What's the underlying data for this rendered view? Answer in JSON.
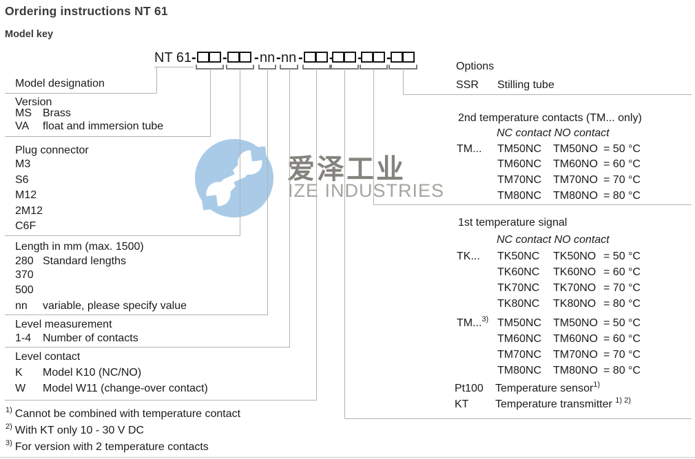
{
  "page": {
    "title": "Ordering instructions NT 61",
    "subtitle": "Model key"
  },
  "model_code": {
    "prefix": "NT 61",
    "separator": "-",
    "variable": "nn"
  },
  "left": {
    "model_designation": {
      "title": "Model designation"
    },
    "version": {
      "title": "Version",
      "items": [
        {
          "code": "MS",
          "desc": "Brass"
        },
        {
          "code": "VA",
          "desc": "float and immersion tube"
        }
      ]
    },
    "plug_connector": {
      "title": "Plug connector",
      "items": [
        {
          "code": "M3"
        },
        {
          "code": "S6"
        },
        {
          "code": "M12"
        },
        {
          "code": "2M12"
        },
        {
          "code": "C6F"
        }
      ]
    },
    "length": {
      "title": "Length in mm (max. 1500)",
      "items": [
        {
          "code": "280",
          "desc": "Standard lengths"
        },
        {
          "code": "370",
          "desc": ""
        },
        {
          "code": "500",
          "desc": ""
        },
        {
          "code": "nn",
          "desc": "variable, please specify value"
        }
      ]
    },
    "level_measurement": {
      "title": "Level measurement",
      "items": [
        {
          "code": "1-4",
          "desc": "Number of contacts"
        }
      ]
    },
    "level_contact": {
      "title": "Level contact",
      "items": [
        {
          "code": "K",
          "desc": "Model K10 (NC/NO)"
        },
        {
          "code": "W",
          "desc": "Model W11 (change-over contact)"
        }
      ]
    }
  },
  "right": {
    "options": {
      "title": "Options",
      "code": "SSR",
      "desc": "Stilling tube"
    },
    "second_temp": {
      "title": "2nd temperature contacts (TM... only)",
      "col_header": "NC contact  NO contact",
      "label": "TM...",
      "rows": [
        {
          "nc": "TM50NC",
          "no": "TM50NO",
          "val": "= 50 °C"
        },
        {
          "nc": "TM60NC",
          "no": "TM60NO",
          "val": "= 60 °C"
        },
        {
          "nc": "TM70NC",
          "no": "TM70NO",
          "val": "= 70 °C"
        },
        {
          "nc": "TM80NC",
          "no": "TM80NO",
          "val": "= 80 °C"
        }
      ]
    },
    "first_temp": {
      "title": "1st temperature signal",
      "col_header": "NC contact  NO contact",
      "tk_label": "TK...",
      "tk_rows": [
        {
          "nc": "TK50NC",
          "no": "TK50NO",
          "val": "= 50 °C"
        },
        {
          "nc": "TK60NC",
          "no": "TK60NO",
          "val": "= 60 °C"
        },
        {
          "nc": "TK70NC",
          "no": "TK70NO",
          "val": "= 70 °C"
        },
        {
          "nc": "TK80NC",
          "no": "TK80NO",
          "val": "= 80 °C"
        }
      ],
      "tm_label": "TM...",
      "tm_sup": "3)",
      "tm_rows": [
        {
          "nc": "TM50NC",
          "no": "TM50NO",
          "val": "= 50 °C"
        },
        {
          "nc": "TM60NC",
          "no": "TM60NO",
          "val": "= 60 °C"
        },
        {
          "nc": "TM70NC",
          "no": "TM70NO",
          "val": "= 70 °C"
        },
        {
          "nc": "TM80NC",
          "no": "TM80NO",
          "val": "= 80 °C"
        }
      ],
      "pt100_code": "Pt100",
      "pt100_desc": "Temperature sensor",
      "pt100_sup": "1)",
      "kt_code": "KT",
      "kt_desc": "Temperature transmitter ",
      "kt_sup": "1) 2)"
    }
  },
  "footnotes": [
    {
      "sup": "1)",
      "text": "Cannot be combined with temperature contact"
    },
    {
      "sup": "2)",
      "text": "With KT only 10 - 30 V DC"
    },
    {
      "sup": "3)",
      "text": "For version with 2 temperature contacts"
    }
  ],
  "watermark": {
    "cn": "爱泽工业",
    "en": "IZE INDUSTRIES"
  },
  "colors": {
    "connector_line": "#b2b2b2",
    "bracket": "#7a7a7a",
    "box_border": "#161616",
    "title_text": "#3b3b3b",
    "body_text": "#1a1a1a",
    "watermark_blue": "#a9cbe8",
    "watermark_cn_gray": "#85837d",
    "watermark_en_gray": "#a5a49f"
  }
}
